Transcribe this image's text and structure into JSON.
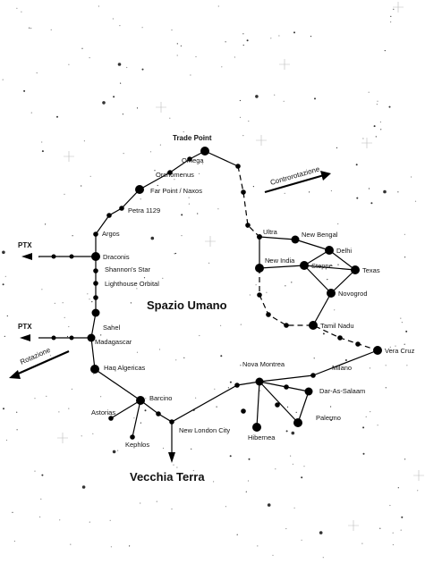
{
  "regions": {
    "human_space": "Spazio Umano",
    "old_earth": "Vecchia Terra"
  },
  "directions": {
    "counter_rotation": "Controrotazione",
    "rotation": "Rotazione",
    "ptx_upper": "PTX",
    "ptx_lower": "PTX"
  },
  "systems": {
    "trade_point": "Trade Point",
    "omega": "Omega",
    "orchomenus": "Orchomenus",
    "far_point": "Far Point / Naxos",
    "petra": "Petra 1129",
    "argos": "Argos",
    "draconis": "Draconis",
    "shannons_star": "Shannon's Star",
    "lighthouse": "Lighthouse Orbital",
    "sahel": "Sahel",
    "madagascar": "Madagascar",
    "haq_algericas": "Haq Algericas",
    "barcino": "Barcino",
    "astorias": "Astorias",
    "kephlos": "Kephlos",
    "new_london": "New London City",
    "hibernea": "Hibernea",
    "nova_montrea": "Nova Montrea",
    "milano": "Milano",
    "dar_as_salaam": "Dar-As-Salaam",
    "palermo": "Palermo",
    "vera_cruz": "Vera Cruz",
    "ultra": "Ultra",
    "new_bengal": "New Bengal",
    "delhi": "Delhi",
    "new_india": "New India",
    "steppe": "Steppe",
    "texas": "Texas",
    "novogrod": "Novogrod",
    "tamil_nadu": "Tamil Nadu"
  },
  "colors": {
    "ink": "#000000",
    "background": "#ffffff"
  }
}
